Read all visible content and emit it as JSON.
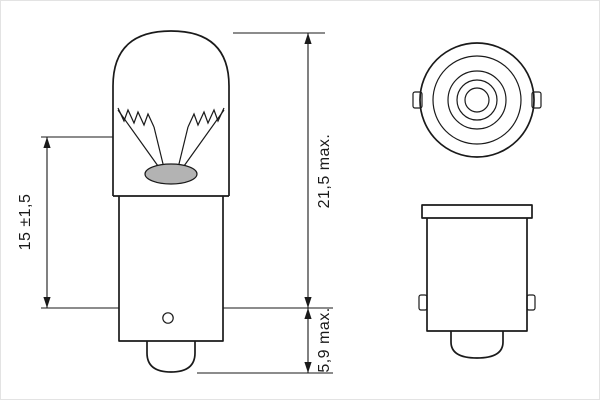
{
  "diagram": {
    "dimensions": {
      "filament_height": "15 ±1,5",
      "overall_length": "21,5 max.",
      "base_length": "5,9 max."
    }
  }
}
